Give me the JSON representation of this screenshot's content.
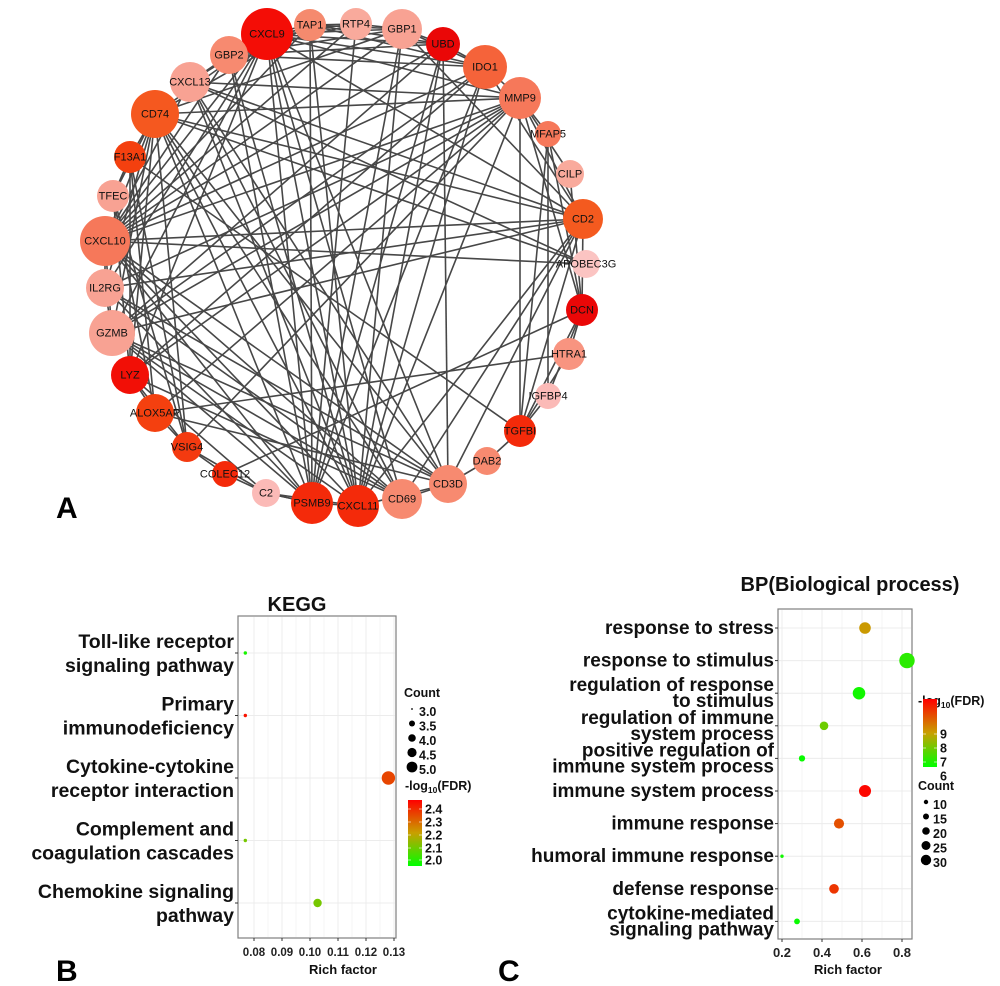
{
  "figure": {
    "panel_labels": [
      "A",
      "B",
      "C"
    ]
  },
  "chart_data": [
    {
      "type": "network",
      "panel": "A",
      "title": "",
      "nodes": [
        {
          "id": "CXCL9",
          "color": "#f40d06",
          "size": 5
        },
        {
          "id": "TAP1",
          "color": "#f58a6e",
          "size": 2
        },
        {
          "id": "RTP4",
          "color": "#f9aa9c",
          "size": 2
        },
        {
          "id": "GBP1",
          "color": "#f8a293",
          "size": 3
        },
        {
          "id": "UBD",
          "color": "#ea0707",
          "size": 2
        },
        {
          "id": "IDO1",
          "color": "#f5633a",
          "size": 4
        },
        {
          "id": "MMP9",
          "color": "#f6785a",
          "size": 4
        },
        {
          "id": "MFAP5",
          "color": "#f6785a",
          "size": 1
        },
        {
          "id": "CILP",
          "color": "#f9aa9c",
          "size": 1
        },
        {
          "id": "CD2",
          "color": "#f45a1f",
          "size": 3
        },
        {
          "id": "APOBEC3G",
          "color": "#fbc4c2",
          "size": 1
        },
        {
          "id": "DCN",
          "color": "#ea0707",
          "size": 2
        },
        {
          "id": "HTRA1",
          "color": "#f89480",
          "size": 2
        },
        {
          "id": "IGFBP4",
          "color": "#fbbab7",
          "size": 1
        },
        {
          "id": "TGFBI",
          "color": "#f42a0a",
          "size": 2
        },
        {
          "id": "DAB2",
          "color": "#f78a70",
          "size": 1
        },
        {
          "id": "CD3D",
          "color": "#f78a70",
          "size": 3
        },
        {
          "id": "CD69",
          "color": "#f78a70",
          "size": 3
        },
        {
          "id": "CXCL11",
          "color": "#f42a0a",
          "size": 4
        },
        {
          "id": "PSMB9",
          "color": "#f42a0a",
          "size": 4
        },
        {
          "id": "C2",
          "color": "#fbbab7",
          "size": 1
        },
        {
          "id": "COLEC12",
          "color": "#f42a0a",
          "size": 1
        },
        {
          "id": "VSIG4",
          "color": "#f43a10",
          "size": 1
        },
        {
          "id": "ALOX5AP",
          "color": "#f4400f",
          "size": 3
        },
        {
          "id": "LYZ",
          "color": "#f20f06",
          "size": 3
        },
        {
          "id": "GZMB",
          "color": "#f8a293",
          "size": 4
        },
        {
          "id": "IL2RG",
          "color": "#f8a293",
          "size": 3
        },
        {
          "id": "CXCL10",
          "color": "#f6785a",
          "size": 5
        },
        {
          "id": "TFEC",
          "color": "#f8a293",
          "size": 2
        },
        {
          "id": "F13A1",
          "color": "#f4400f",
          "size": 2
        },
        {
          "id": "CD74",
          "color": "#f5581f",
          "size": 4
        },
        {
          "id": "CXCL13",
          "color": "#f8a293",
          "size": 3
        },
        {
          "id": "GBP2",
          "color": "#f78a70",
          "size": 3
        }
      ],
      "edges": [
        [
          "CXCL9",
          "CXCL10"
        ],
        [
          "CXCL9",
          "CXCL11"
        ],
        [
          "CXCL9",
          "CXCL13"
        ],
        [
          "CXCL9",
          "GBP1"
        ],
        [
          "CXCL9",
          "GBP2"
        ],
        [
          "CXCL9",
          "IDO1"
        ],
        [
          "CXCL9",
          "UBD"
        ],
        [
          "CXCL9",
          "TAP1"
        ],
        [
          "CXCL9",
          "PSMB9"
        ],
        [
          "CXCL9",
          "CD74"
        ],
        [
          "CXCL9",
          "GZMB"
        ],
        [
          "CXCL9",
          "CD2"
        ],
        [
          "CXCL9",
          "CD3D"
        ],
        [
          "CXCL9",
          "CD69"
        ],
        [
          "CXCL9",
          "MMP9"
        ],
        [
          "CXCL9",
          "IL2RG"
        ],
        [
          "CXCL9",
          "LYZ"
        ],
        [
          "CXCL9",
          "RTP4"
        ],
        [
          "CXCL10",
          "CXCL11"
        ],
        [
          "CXCL10",
          "CXCL13"
        ],
        [
          "CXCL10",
          "GBP1"
        ],
        [
          "CXCL10",
          "GBP2"
        ],
        [
          "CXCL10",
          "IDO1"
        ],
        [
          "CXCL10",
          "UBD"
        ],
        [
          "CXCL10",
          "TAP1"
        ],
        [
          "CXCL10",
          "PSMB9"
        ],
        [
          "CXCL10",
          "CD74"
        ],
        [
          "CXCL10",
          "GZMB"
        ],
        [
          "CXCL10",
          "CD2"
        ],
        [
          "CXCL10",
          "CD3D"
        ],
        [
          "CXCL10",
          "CD69"
        ],
        [
          "CXCL10",
          "MMP9"
        ],
        [
          "CXCL10",
          "IL2RG"
        ],
        [
          "CXCL10",
          "RTP4"
        ],
        [
          "CXCL10",
          "APOBEC3G"
        ],
        [
          "CXCL11",
          "GBP1"
        ],
        [
          "CXCL11",
          "GBP2"
        ],
        [
          "CXCL11",
          "IDO1"
        ],
        [
          "CXCL11",
          "UBD"
        ],
        [
          "CXCL11",
          "TAP1"
        ],
        [
          "CXCL11",
          "PSMB9"
        ],
        [
          "CXCL11",
          "CD74"
        ],
        [
          "CXCL11",
          "GZMB"
        ],
        [
          "CXCL11",
          "CD2"
        ],
        [
          "CXCL11",
          "CD3D"
        ],
        [
          "CXCL11",
          "CXCL13"
        ],
        [
          "CXCL11",
          "MMP9"
        ],
        [
          "CD74",
          "GBP1"
        ],
        [
          "CD74",
          "TAP1"
        ],
        [
          "CD74",
          "PSMB9"
        ],
        [
          "CD74",
          "CD3D"
        ],
        [
          "CD74",
          "LYZ"
        ],
        [
          "CD74",
          "IL2RG"
        ],
        [
          "CD74",
          "GZMB"
        ],
        [
          "CD74",
          "CD2"
        ],
        [
          "CD74",
          "CD69"
        ],
        [
          "CD74",
          "TFEC"
        ],
        [
          "GZMB",
          "CD2"
        ],
        [
          "GZMB",
          "CD3D"
        ],
        [
          "GZMB",
          "CD69"
        ],
        [
          "GZMB",
          "IL2RG"
        ],
        [
          "GZMB",
          "IDO1"
        ],
        [
          "GZMB",
          "MMP9"
        ],
        [
          "GZMB",
          "PSMB9"
        ],
        [
          "IL2RG",
          "CD2"
        ],
        [
          "IL2RG",
          "CD3D"
        ],
        [
          "IL2RG",
          "CD69"
        ],
        [
          "IL2RG",
          "PSMB9"
        ],
        [
          "IL2RG",
          "MMP9"
        ],
        [
          "CD2",
          "CD3D"
        ],
        [
          "CD2",
          "CD69"
        ],
        [
          "CD2",
          "GBP1"
        ],
        [
          "CD2",
          "IDO1"
        ],
        [
          "CD2",
          "MMP9"
        ],
        [
          "CD2",
          "DCN"
        ],
        [
          "CD2",
          "TGFBI"
        ],
        [
          "CD2",
          "CXCL13"
        ],
        [
          "CD3D",
          "CD69"
        ],
        [
          "CD3D",
          "CXCL13"
        ],
        [
          "CD3D",
          "DAB2"
        ],
        [
          "CD69",
          "CXCL13"
        ],
        [
          "MMP9",
          "TGFBI"
        ],
        [
          "MMP9",
          "DCN"
        ],
        [
          "MMP9",
          "MFAP5"
        ],
        [
          "MMP9",
          "CILP"
        ],
        [
          "MMP9",
          "IDO1"
        ],
        [
          "MMP9",
          "LYZ"
        ],
        [
          "MMP9",
          "ALOX5AP"
        ],
        [
          "MMP9",
          "VSIG4"
        ],
        [
          "MMP9",
          "CD74"
        ],
        [
          "DCN",
          "TGFBI"
        ],
        [
          "DCN",
          "HTRA1"
        ],
        [
          "DCN",
          "MFAP5"
        ],
        [
          "DCN",
          "CILP"
        ],
        [
          "DCN",
          "IGFBP4"
        ],
        [
          "DCN",
          "COLEC12"
        ],
        [
          "TGFBI",
          "HTRA1"
        ],
        [
          "TGFBI",
          "IGFBP4"
        ],
        [
          "TGFBI",
          "DAB2"
        ],
        [
          "TGFBI",
          "MFAP5"
        ],
        [
          "TGFBI",
          "F13A1"
        ],
        [
          "HTRA1",
          "ALOX5AP"
        ],
        [
          "IGFBP4",
          "MFAP5"
        ],
        [
          "PSMB9",
          "TAP1"
        ],
        [
          "PSMB9",
          "GBP1"
        ],
        [
          "PSMB9",
          "GBP2"
        ],
        [
          "PSMB9",
          "UBD"
        ],
        [
          "PSMB9",
          "IDO1"
        ],
        [
          "PSMB9",
          "RTP4"
        ],
        [
          "PSMB9",
          "C2"
        ],
        [
          "TAP1",
          "GBP1"
        ],
        [
          "TAP1",
          "GBP2"
        ],
        [
          "TAP1",
          "UBD"
        ],
        [
          "TAP1",
          "RTP4"
        ],
        [
          "TAP1",
          "IDO1"
        ],
        [
          "GBP1",
          "GBP2"
        ],
        [
          "GBP1",
          "UBD"
        ],
        [
          "GBP1",
          "IDO1"
        ],
        [
          "GBP1",
          "RTP4"
        ],
        [
          "GBP2",
          "UBD"
        ],
        [
          "GBP2",
          "IDO1"
        ],
        [
          "GBP2",
          "RTP4"
        ],
        [
          "IDO1",
          "UBD"
        ],
        [
          "IDO1",
          "LYZ"
        ],
        [
          "LYZ",
          "ALOX5AP"
        ],
        [
          "LYZ",
          "VSIG4"
        ],
        [
          "LYZ",
          "F13A1"
        ],
        [
          "LYZ",
          "TFEC"
        ],
        [
          "LYZ",
          "CD69"
        ],
        [
          "LYZ",
          "C2"
        ],
        [
          "ALOX5AP",
          "VSIG4"
        ],
        [
          "ALOX5AP",
          "F13A1"
        ],
        [
          "ALOX5AP",
          "TFEC"
        ],
        [
          "ALOX5AP",
          "CD3D"
        ],
        [
          "VSIG4",
          "F13A1"
        ],
        [
          "VSIG4",
          "TFEC"
        ],
        [
          "VSIG4",
          "COLEC12"
        ],
        [
          "VSIG4",
          "C2"
        ],
        [
          "VSIG4",
          "CD74"
        ],
        [
          "F13A1",
          "TFEC"
        ],
        [
          "F13A1",
          "CD74"
        ],
        [
          "COLEC12",
          "C2"
        ],
        [
          "C2",
          "CXCL11"
        ],
        [
          "C2",
          "PSMB9"
        ],
        [
          "APOBEC3G",
          "CD74"
        ],
        [
          "APOBEC3G",
          "CXCL13"
        ],
        [
          "CXCL13",
          "GBP2"
        ],
        [
          "CXCL13",
          "MMP9"
        ],
        [
          "UBD",
          "CD3D"
        ],
        [
          "UBD",
          "GZMB"
        ]
      ]
    },
    {
      "type": "scatter",
      "panel": "B",
      "title": "KEGG",
      "xlabel": "Rich factor",
      "ylabel": "",
      "xlim": [
        0.0755,
        0.1315
      ],
      "xticks": [
        0.08,
        0.09,
        0.1,
        0.11,
        0.12,
        0.13
      ],
      "xtick_labels": [
        "0.08",
        "0.09",
        "0.10",
        "0.11",
        "0.12",
        "0.13"
      ],
      "grid": true,
      "categories": [
        [
          "Toll-like receptor",
          "signaling pathway"
        ],
        [
          "Primary",
          "immunodeficiency"
        ],
        [
          "Cytokine-cytokine",
          "receptor interaction"
        ],
        [
          "Complement and",
          "coagulation cascades"
        ],
        [
          "Chemokine signaling",
          "pathway"
        ]
      ],
      "points": [
        {
          "x": 0.0769,
          "count": 3.0,
          "neg_log10_fdr": 2.0
        },
        {
          "x": 0.0769,
          "count": 3.0,
          "neg_log10_fdr": 2.45
        },
        {
          "x": 0.128,
          "count": 5.0,
          "neg_log10_fdr": 2.37
        },
        {
          "x": 0.0769,
          "count": 3.0,
          "neg_log10_fdr": 2.12
        },
        {
          "x": 0.1027,
          "count": 4.0,
          "neg_log10_fdr": 2.12
        }
      ],
      "size_legend": {
        "title": "Count",
        "values": [
          "3.0",
          "3.5",
          "4.0",
          "4.5",
          "5.0"
        ],
        "placement": "right"
      },
      "color_legend": {
        "title_prefix": "-log",
        "title_sub": "10",
        "title_suffix": "(FDR)",
        "ticks": [
          "2.4",
          "2.3",
          "2.2",
          "2.1",
          "2.0"
        ],
        "range": [
          1.97,
          2.48
        ],
        "low_color": "#00ff00",
        "high_color": "#ff0000",
        "placement": "right"
      }
    },
    {
      "type": "scatter",
      "panel": "C",
      "title": "BP(Biological process)",
      "xlabel": "Rich factor",
      "ylabel": "",
      "xlim": [
        0.17,
        0.845
      ],
      "xticks": [
        0.2,
        0.4,
        0.6,
        0.8
      ],
      "xtick_labels": [
        "0.2",
        "0.4",
        "0.6",
        "0.8"
      ],
      "grid": true,
      "categories": [
        [
          "response to stress"
        ],
        [
          "response to stimulus"
        ],
        [
          "regulation of response",
          "to stimulus"
        ],
        [
          "regulation of immune",
          "system process"
        ],
        [
          "positive regulation of",
          "immune system process"
        ],
        [
          "immune system process"
        ],
        [
          "immune response"
        ],
        [
          "humoral immune response"
        ],
        [
          "defense response"
        ],
        [
          "cytokine-mediated",
          "signaling pathway"
        ]
      ],
      "points": [
        {
          "x": 0.615,
          "count": 25,
          "neg_log10_fdr": 7.7
        },
        {
          "x": 0.825,
          "count": 33,
          "neg_log10_fdr": 5.7
        },
        {
          "x": 0.585,
          "count": 27,
          "neg_log10_fdr": 5.4
        },
        {
          "x": 0.41,
          "count": 19,
          "neg_log10_fdr": 6.5
        },
        {
          "x": 0.3,
          "count": 14,
          "neg_log10_fdr": 5.3
        },
        {
          "x": 0.615,
          "count": 26,
          "neg_log10_fdr": 9.9
        },
        {
          "x": 0.485,
          "count": 22,
          "neg_log10_fdr": 8.8
        },
        {
          "x": 0.2,
          "count": 8,
          "neg_log10_fdr": 5.4
        },
        {
          "x": 0.46,
          "count": 21,
          "neg_log10_fdr": 9.2
        },
        {
          "x": 0.275,
          "count": 13,
          "neg_log10_fdr": 5.3
        }
      ],
      "size_legend": {
        "title": "Count",
        "values": [
          "10",
          "15",
          "20",
          "25",
          "30"
        ],
        "placement": "right"
      },
      "color_legend": {
        "title_prefix": "-log",
        "title_sub": "10",
        "title_suffix": "(FDR)",
        "ticks": [
          "9",
          "8",
          "7",
          "6"
        ],
        "range": [
          5.2,
          10.0
        ],
        "low_color": "#00ff00",
        "high_color": "#ff0000",
        "placement": "right"
      }
    }
  ]
}
